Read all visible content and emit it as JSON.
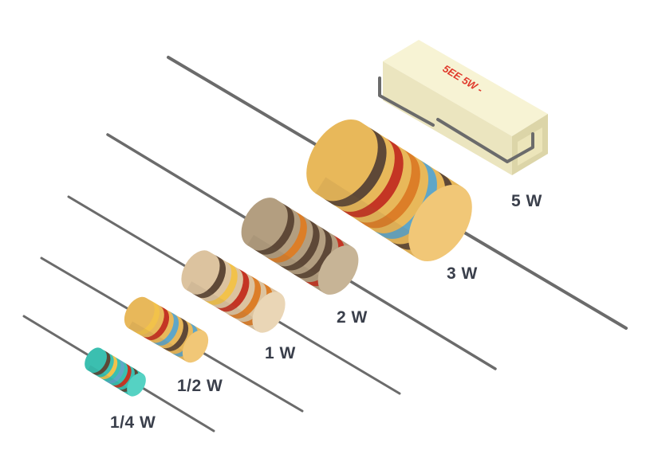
{
  "colors": {
    "lead": "#6b6b6b",
    "brown": "#5e4837",
    "red": "#c43524",
    "orange": "#dc7e28",
    "blue": "#5fa6c8",
    "yellow": "#f2c24a",
    "label": "#3a3f4b",
    "ceramic_top": "#f7f3d4",
    "ceramic_front": "#ebe5bf",
    "ceramic_side": "#dcd5a8",
    "ceramic_print": "#e03a2c"
  },
  "resistors": [
    {
      "name": "resistor-quarter-watt",
      "label": "1/4 W",
      "body": "#3bbfb0",
      "body_end": "#55d2c3",
      "bands": [
        "brown",
        "yellow",
        "blue",
        "red",
        "brown"
      ]
    },
    {
      "name": "resistor-half-watt",
      "label": "1/2 W",
      "body": "#e8b85a",
      "body_end": "#f1c777",
      "bands": [
        "yellow",
        "red",
        "blue",
        "brown",
        "blue"
      ]
    },
    {
      "name": "resistor-one-watt",
      "label": "1 W",
      "body": "#dcc39f",
      "body_end": "#ead6b6",
      "bands": [
        "brown",
        "yellow",
        "red",
        "orange",
        "orange"
      ]
    },
    {
      "name": "resistor-two-watt",
      "label": "2 W",
      "body": "#b39e80",
      "body_end": "#c7b496",
      "bands": [
        "brown",
        "orange",
        "brown",
        "brown",
        "red"
      ]
    },
    {
      "name": "resistor-three-watt",
      "label": "3 W",
      "body": "#e8b85a",
      "body_end": "#f1c777",
      "bands": [
        "brown",
        "red",
        "orange",
        "blue",
        "brown"
      ]
    }
  ],
  "ceramic": {
    "name": "ceramic-resistor-five-watt",
    "label": "5 W",
    "print": "5EE 5W -"
  }
}
